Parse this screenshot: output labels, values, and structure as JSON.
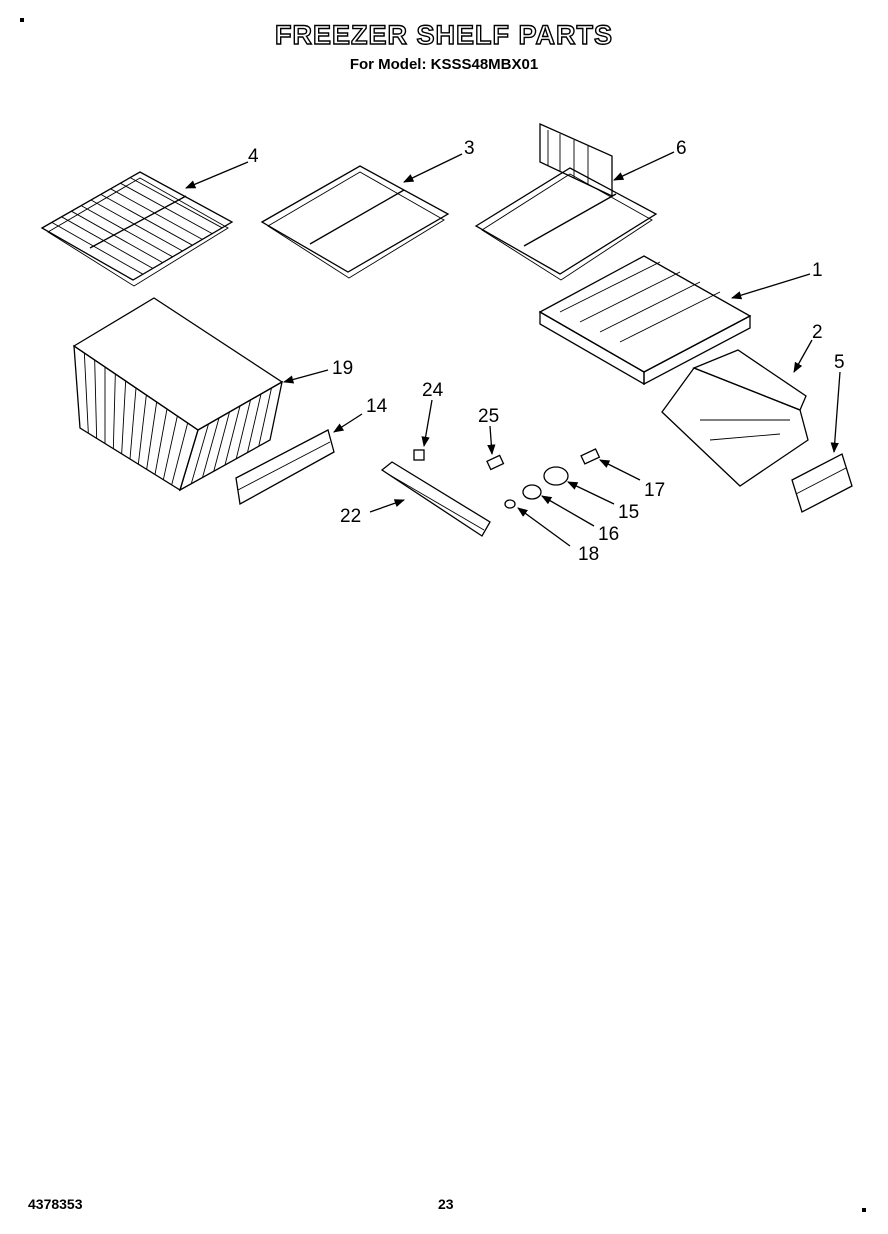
{
  "header": {
    "title": "FREEZER SHELF PARTS",
    "subtitle": "For Model: KSSS48MBX01"
  },
  "parts": {
    "p1": "1",
    "p2": "2",
    "p3": "3",
    "p4": "4",
    "p5": "5",
    "p6": "6",
    "p14": "14",
    "p15": "15",
    "p16": "16",
    "p17": "17",
    "p18": "18",
    "p19": "19",
    "p22": "22",
    "p24": "24",
    "p25": "25"
  },
  "footer": {
    "doc_number": "4378353",
    "page_number": "23"
  }
}
